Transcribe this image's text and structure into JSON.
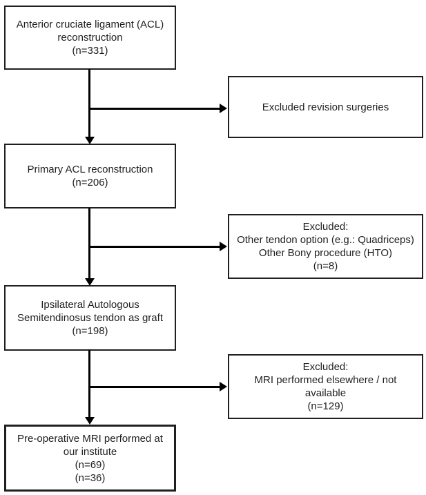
{
  "colors": {
    "background": "#ffffff",
    "box_border": "#1f1f1f",
    "text": "#1f1f1f",
    "connector": "#000000"
  },
  "flowchart": {
    "main_boxes": [
      {
        "lines": [
          "Anterior cruciate ligament (ACL)",
          "reconstruction",
          "(n=331)"
        ]
      },
      {
        "lines": [
          "Primary ACL reconstruction",
          "(n=206)"
        ]
      },
      {
        "lines": [
          "Ipsilateral Autologous",
          "Semitendinosus tendon as graft",
          "(n=198)"
        ]
      },
      {
        "lines": [
          "Pre-operative MRI performed at",
          "our institute",
          "(n=69)",
          "(n=36)"
        ]
      }
    ],
    "excluded_boxes": [
      {
        "lines": [
          "Excluded revision surgeries"
        ]
      },
      {
        "lines": [
          "Excluded:",
          "Other tendon option (e.g.: Quadriceps)",
          "Other Bony procedure (HTO)",
          "(n=8)"
        ]
      },
      {
        "lines": [
          "Excluded:",
          "MRI performed elsewhere / not",
          "available",
          "(n=129)"
        ]
      }
    ]
  }
}
